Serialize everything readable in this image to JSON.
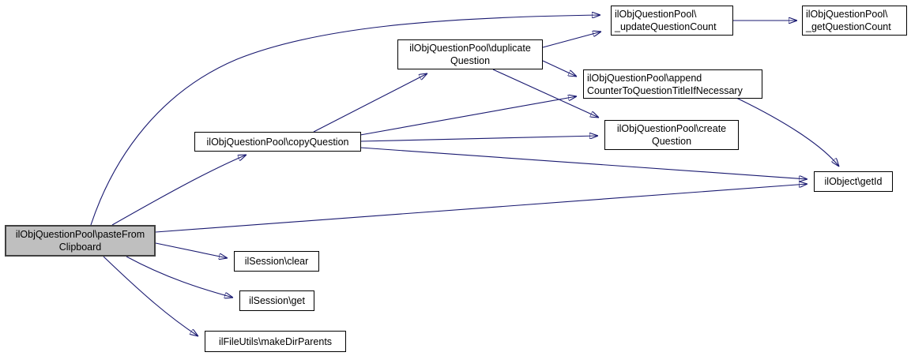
{
  "diagram": {
    "type": "call-graph",
    "background_color": "#ffffff",
    "edge_color": "#191970",
    "node_fill_color": "#ffffff",
    "node_border_color": "#000000",
    "highlight_fill_color": "#bfbfbf",
    "highlight_border_color": "#404040",
    "nodes": {
      "pasteFromClipboard": {
        "lines": [
          "ilObjQuestionPool\\pasteFrom",
          "Clipboard"
        ],
        "highlighted": true
      },
      "copyQuestion": {
        "lines": [
          "ilObjQuestionPool\\copyQuestion"
        ]
      },
      "duplicateQuestion": {
        "lines": [
          "ilObjQuestionPool\\duplicate",
          "Question"
        ]
      },
      "updateQuestionCount": {
        "lines": [
          "ilObjQuestionPool\\",
          "_updateQuestionCount"
        ]
      },
      "getQuestionCount": {
        "lines": [
          "ilObjQuestionPool\\",
          "_getQuestionCount"
        ]
      },
      "appendCounterToQuestionTitleIfNecessary": {
        "lines": [
          "ilObjQuestionPool\\append",
          "CounterToQuestionTitleIfNecessary"
        ]
      },
      "createQuestion": {
        "lines": [
          "ilObjQuestionPool\\create",
          "Question"
        ]
      },
      "getId": {
        "lines": [
          "ilObject\\getId"
        ]
      },
      "sessionClear": {
        "lines": [
          "ilSession\\clear"
        ]
      },
      "sessionGet": {
        "lines": [
          "ilSession\\get"
        ]
      },
      "makeDirParents": {
        "lines": [
          "ilFileUtils\\makeDirParents"
        ]
      }
    },
    "edges": [
      {
        "from": "pasteFromClipboard",
        "to": "updateQuestionCount"
      },
      {
        "from": "pasteFromClipboard",
        "to": "copyQuestion"
      },
      {
        "from": "pasteFromClipboard",
        "to": "getId"
      },
      {
        "from": "pasteFromClipboard",
        "to": "sessionClear"
      },
      {
        "from": "pasteFromClipboard",
        "to": "sessionGet"
      },
      {
        "from": "pasteFromClipboard",
        "to": "makeDirParents"
      },
      {
        "from": "copyQuestion",
        "to": "duplicateQuestion"
      },
      {
        "from": "copyQuestion",
        "to": "appendCounterToQuestionTitleIfNecessary"
      },
      {
        "from": "copyQuestion",
        "to": "createQuestion"
      },
      {
        "from": "copyQuestion",
        "to": "getId"
      },
      {
        "from": "duplicateQuestion",
        "to": "updateQuestionCount"
      },
      {
        "from": "duplicateQuestion",
        "to": "appendCounterToQuestionTitleIfNecessary"
      },
      {
        "from": "duplicateQuestion",
        "to": "createQuestion"
      },
      {
        "from": "updateQuestionCount",
        "to": "getQuestionCount"
      },
      {
        "from": "appendCounterToQuestionTitleIfNecessary",
        "to": "getId"
      }
    ]
  }
}
